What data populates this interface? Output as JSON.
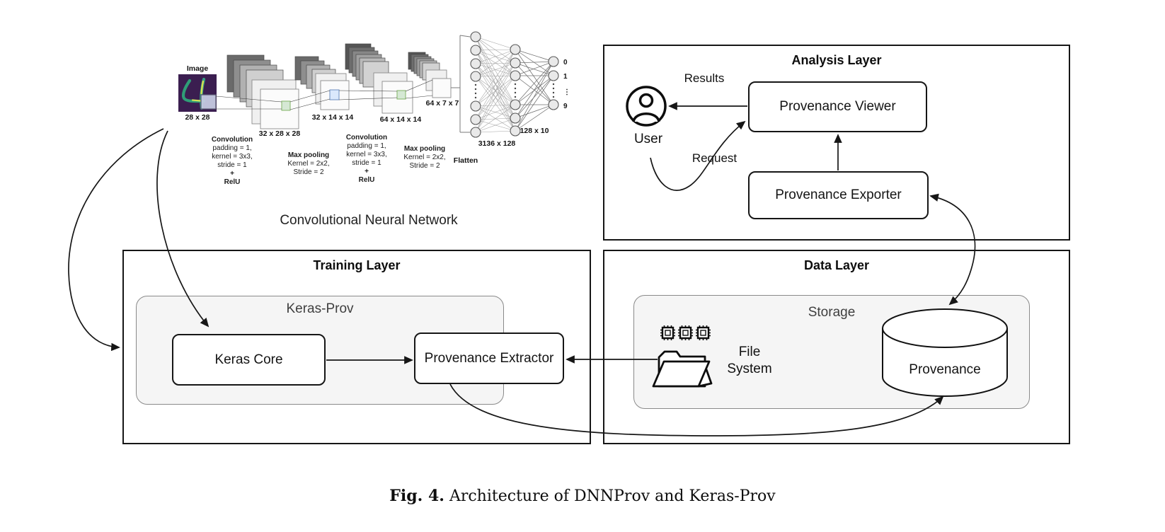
{
  "colors": {
    "mnist_bg": "#3b1e50",
    "cell_green": "#d5e8d4",
    "cell_green_border": "#82b366",
    "cell_blue": "#dae8fc",
    "cell_blue_border": "#6c8ebf",
    "container_fill": "#f5f5f5",
    "line": "#161616"
  },
  "cnn": {
    "title": "Convolutional Neural Network",
    "image_label": "Image",
    "input_dims": "28 x 28",
    "stack1_dims": "32 x 28 x 28",
    "stack2_dims": "32 x 14 x 14",
    "stack3_dims": "64 x 14 x 14",
    "stack4_dims": "64 x 7 x 7",
    "fc1_dims": "3136 x 128",
    "fc2_dims": "128 x 10",
    "flatten_label": "Flatten",
    "conv1_lines": [
      "Convolution",
      "padding = 1,",
      "kernel = 3x3,",
      "stride = 1",
      "+",
      "RelU"
    ],
    "pool1_lines": [
      "Max pooling",
      "Kernel = 2x2,",
      "Stride = 2"
    ],
    "conv2_lines": [
      "Convolution",
      "padding = 1,",
      "kernel = 3x3,",
      "stride = 1",
      "+",
      "RelU"
    ],
    "pool2_lines": [
      "Max pooling",
      "Kernel = 2x2,",
      "Stride = 2"
    ],
    "output_labels": [
      "0",
      "1",
      "⋮",
      "9"
    ]
  },
  "analysis_layer": {
    "title": "Analysis Layer",
    "user_label": "User",
    "results_label": "Results",
    "request_label": "Request",
    "viewer_label": "Provenance Viewer",
    "exporter_label": "Provenance Exporter"
  },
  "training_layer": {
    "title": "Training Layer",
    "container_label": "Keras-Prov",
    "keras_core_label": "Keras Core",
    "extractor_label": "Provenance Extractor"
  },
  "data_layer": {
    "title": "Data Layer",
    "container_label": "Storage",
    "file_system_line1": "File",
    "file_system_line2": "System",
    "provenance_label": "Provenance"
  },
  "caption": {
    "label": "Fig. 4.",
    "text": "Architecture of DNNProv and Keras-Prov"
  }
}
